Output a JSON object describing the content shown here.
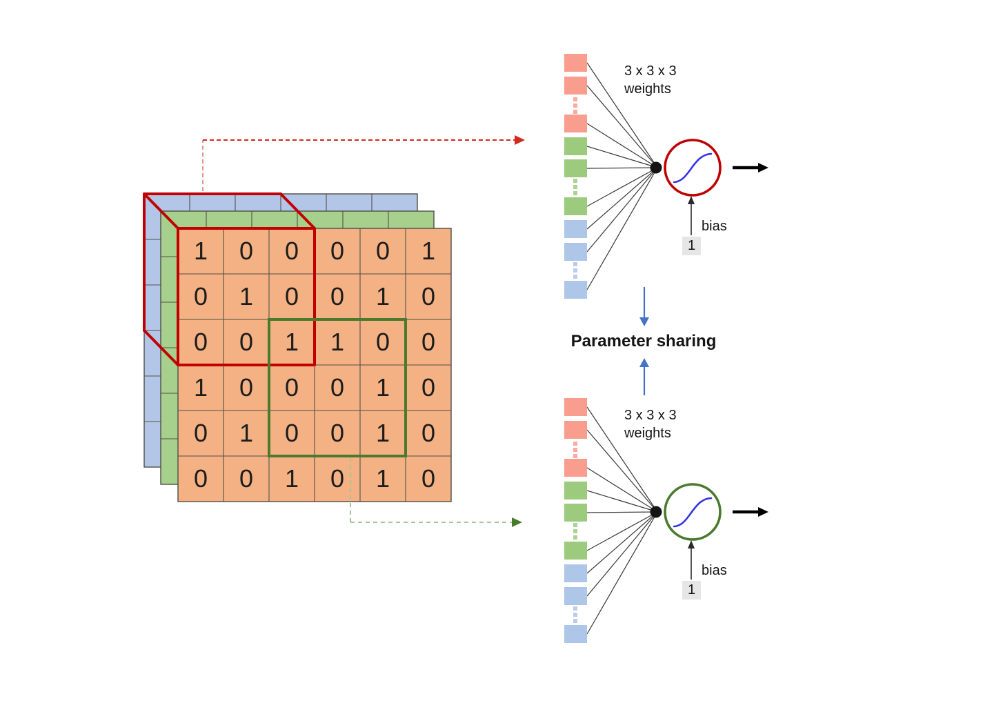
{
  "matrix": {
    "rows": [
      [
        "1",
        "0",
        "0",
        "0",
        "0",
        "1"
      ],
      [
        "0",
        "1",
        "0",
        "0",
        "1",
        "0"
      ],
      [
        "0",
        "0",
        "1",
        "1",
        "0",
        "0"
      ],
      [
        "1",
        "0",
        "0",
        "0",
        "1",
        "0"
      ],
      [
        "0",
        "1",
        "0",
        "0",
        "1",
        "0"
      ],
      [
        "0",
        "0",
        "1",
        "0",
        "1",
        "0"
      ]
    ]
  },
  "neurons": {
    "top": {
      "weights_label": [
        "3 x 3 x 3",
        "weights"
      ],
      "bias_label": "bias",
      "bias_value": "1"
    },
    "bottom": {
      "weights_label": [
        "3 x 3 x 3",
        "weights"
      ],
      "bias_label": "bias",
      "bias_value": "1"
    }
  },
  "parameter_sharing_label": "Parameter sharing",
  "input_column": [
    {
      "type": "square",
      "color": "salmon_sq"
    },
    {
      "type": "square",
      "color": "salmon_sq"
    },
    {
      "type": "dots",
      "color": "salmon_sq"
    },
    {
      "type": "square",
      "color": "salmon_sq"
    },
    {
      "type": "square",
      "color": "green_sq"
    },
    {
      "type": "square",
      "color": "green_sq"
    },
    {
      "type": "dots",
      "color": "green_sq"
    },
    {
      "type": "square",
      "color": "green_sq"
    },
    {
      "type": "square",
      "color": "blue_sq"
    },
    {
      "type": "square",
      "color": "blue_sq"
    },
    {
      "type": "dots",
      "color": "blue_sq"
    },
    {
      "type": "square",
      "color": "blue_sq"
    }
  ],
  "colors": {
    "blue_layer": "#B4C6E7",
    "green_layer": "#A8D08D",
    "orange_layer": "#F4B183",
    "salmon_sq": "#F99E8F",
    "green_sq": "#9CCB7E",
    "blue_sq": "#AEC6E8",
    "red_accent": "#C00000",
    "green_accent": "#4A7A2E",
    "red_dash": "#CE2A1E",
    "red_dash_light": "#E2938B",
    "green_dash": "#A3C795",
    "blue_arrow": "#4472C4",
    "sigmoid_blue": "#3333E8",
    "bias_box_bg": "#E7E6E6"
  }
}
